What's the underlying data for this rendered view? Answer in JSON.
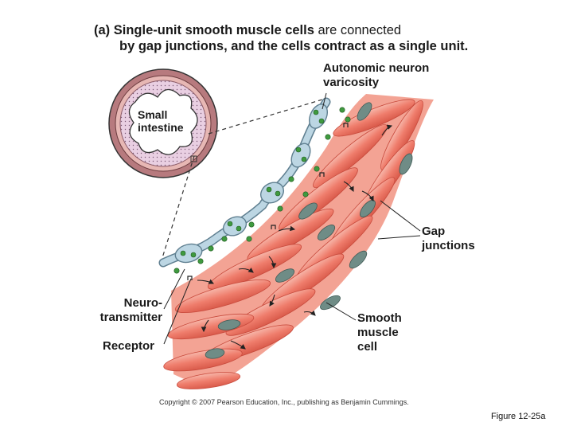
{
  "title": {
    "prefix": "(a)",
    "bold": "Single-unit smooth muscle cells",
    "rest1": "are connected",
    "line2": "by gap junctions, and the cells contract as a single unit."
  },
  "labels": {
    "small_intestine": [
      "Small",
      "intestine"
    ],
    "varicosity": [
      "Autonomic neuron",
      "varicosity"
    ],
    "gap_junctions": [
      "Gap",
      "junctions"
    ],
    "neurotransmitter": [
      "Neuro-",
      "transmitter"
    ],
    "receptor": "Receptor",
    "smooth_muscle": [
      "Smooth",
      "muscle",
      "cell"
    ]
  },
  "copyright": "Copyright © 2007 Pearson Education, Inc., publishing as Benjamin Cummings.",
  "figure_number": "Figure 12-25a",
  "colors": {
    "muscle": "#ee7a6a",
    "muscle_light": "#f6b0a4",
    "nucleus": "#6f8c86",
    "neuron": "#a9c6d6",
    "vesicle": "#3f9a3f",
    "intestine_lumen": "#f2e4ef"
  }
}
